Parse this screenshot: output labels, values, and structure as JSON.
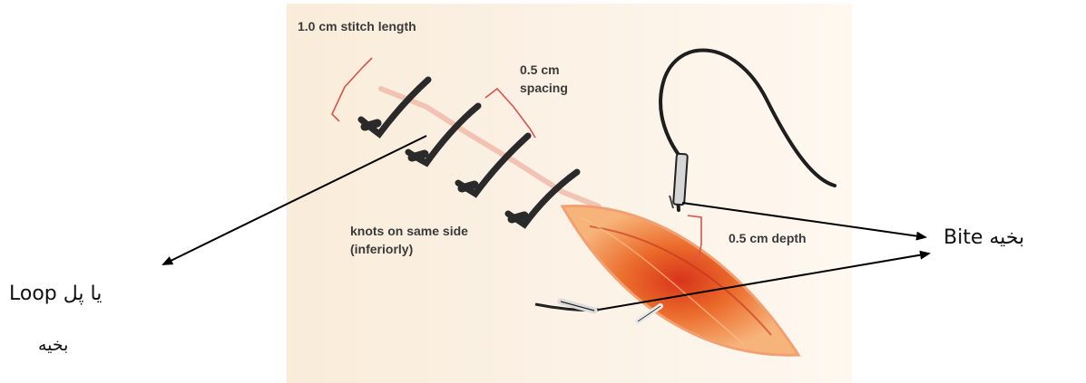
{
  "illustration": {
    "stitch_length_label": "1.0 cm stitch length",
    "spacing_label_line1": "0.5 cm",
    "spacing_label_line2": "spacing",
    "knots_label_line1": "knots on same side",
    "knots_label_line2": "(inferiorly)",
    "depth_label": "0.5 cm depth"
  },
  "annotations": {
    "bite_label": "Bite بخیه",
    "loop_label_line1": "Loop یا پل",
    "loop_label_line2": "بخیه"
  },
  "colors": {
    "suture": "#2a2a2a",
    "wound_outer": "#f4a46a",
    "wound_inner": "#e25a22",
    "bracket": "#d9534f",
    "arrow": "#000000"
  }
}
